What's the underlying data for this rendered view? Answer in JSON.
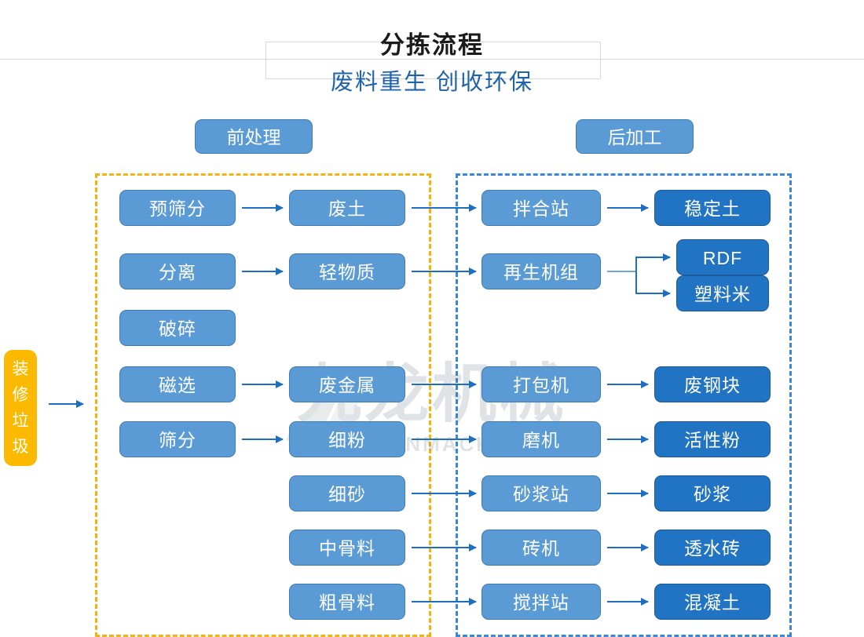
{
  "header": {
    "title": "分拣流程",
    "subtitle": "废料重生 创收环保"
  },
  "stages": {
    "pre_label": "前处理",
    "post_label": "后加工"
  },
  "source": {
    "label": "装修垃圾",
    "chars": [
      "装",
      "修",
      "垃",
      "圾"
    ]
  },
  "colors": {
    "node_light": "#5b9bd5",
    "node_dark": "#2173c4",
    "source": "#fbba00",
    "group_pre_border": "#f5b211",
    "group_post_border": "#3b87d8",
    "arrow": "#1f6fc0",
    "title": "#1b1b1b",
    "subtitle": "#1f62ad"
  },
  "nodes": {
    "col1": [
      {
        "label": "预筛分"
      },
      {
        "label": "分离"
      },
      {
        "label": "破碎"
      },
      {
        "label": "磁选"
      },
      {
        "label": "筛分"
      }
    ],
    "col2": [
      {
        "label": "废土"
      },
      {
        "label": "轻物质"
      },
      {
        "label": "废金属"
      },
      {
        "label": "细粉"
      },
      {
        "label": "细砂"
      },
      {
        "label": "中骨料"
      },
      {
        "label": "粗骨料"
      }
    ],
    "col3": [
      {
        "label": "拌合站"
      },
      {
        "label": "再生机组"
      },
      {
        "label": "打包机"
      },
      {
        "label": "磨机"
      },
      {
        "label": "砂浆站"
      },
      {
        "label": "砖机"
      },
      {
        "label": "搅拌站"
      }
    ],
    "col4": [
      {
        "label": "稳定土"
      },
      {
        "label": "RDF"
      },
      {
        "label": "塑料米"
      },
      {
        "label": "废钢块"
      },
      {
        "label": "活性粉"
      },
      {
        "label": "砂浆"
      },
      {
        "label": "透水砖"
      },
      {
        "label": "混凝土"
      }
    ]
  },
  "watermark": {
    "cn": "九龙机械",
    "en": "KOWLOONMACHINERY"
  }
}
